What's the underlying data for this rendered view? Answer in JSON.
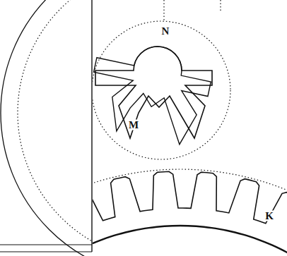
{
  "diagram": {
    "labels": [
      "N",
      "M",
      "K"
    ]
  }
}
